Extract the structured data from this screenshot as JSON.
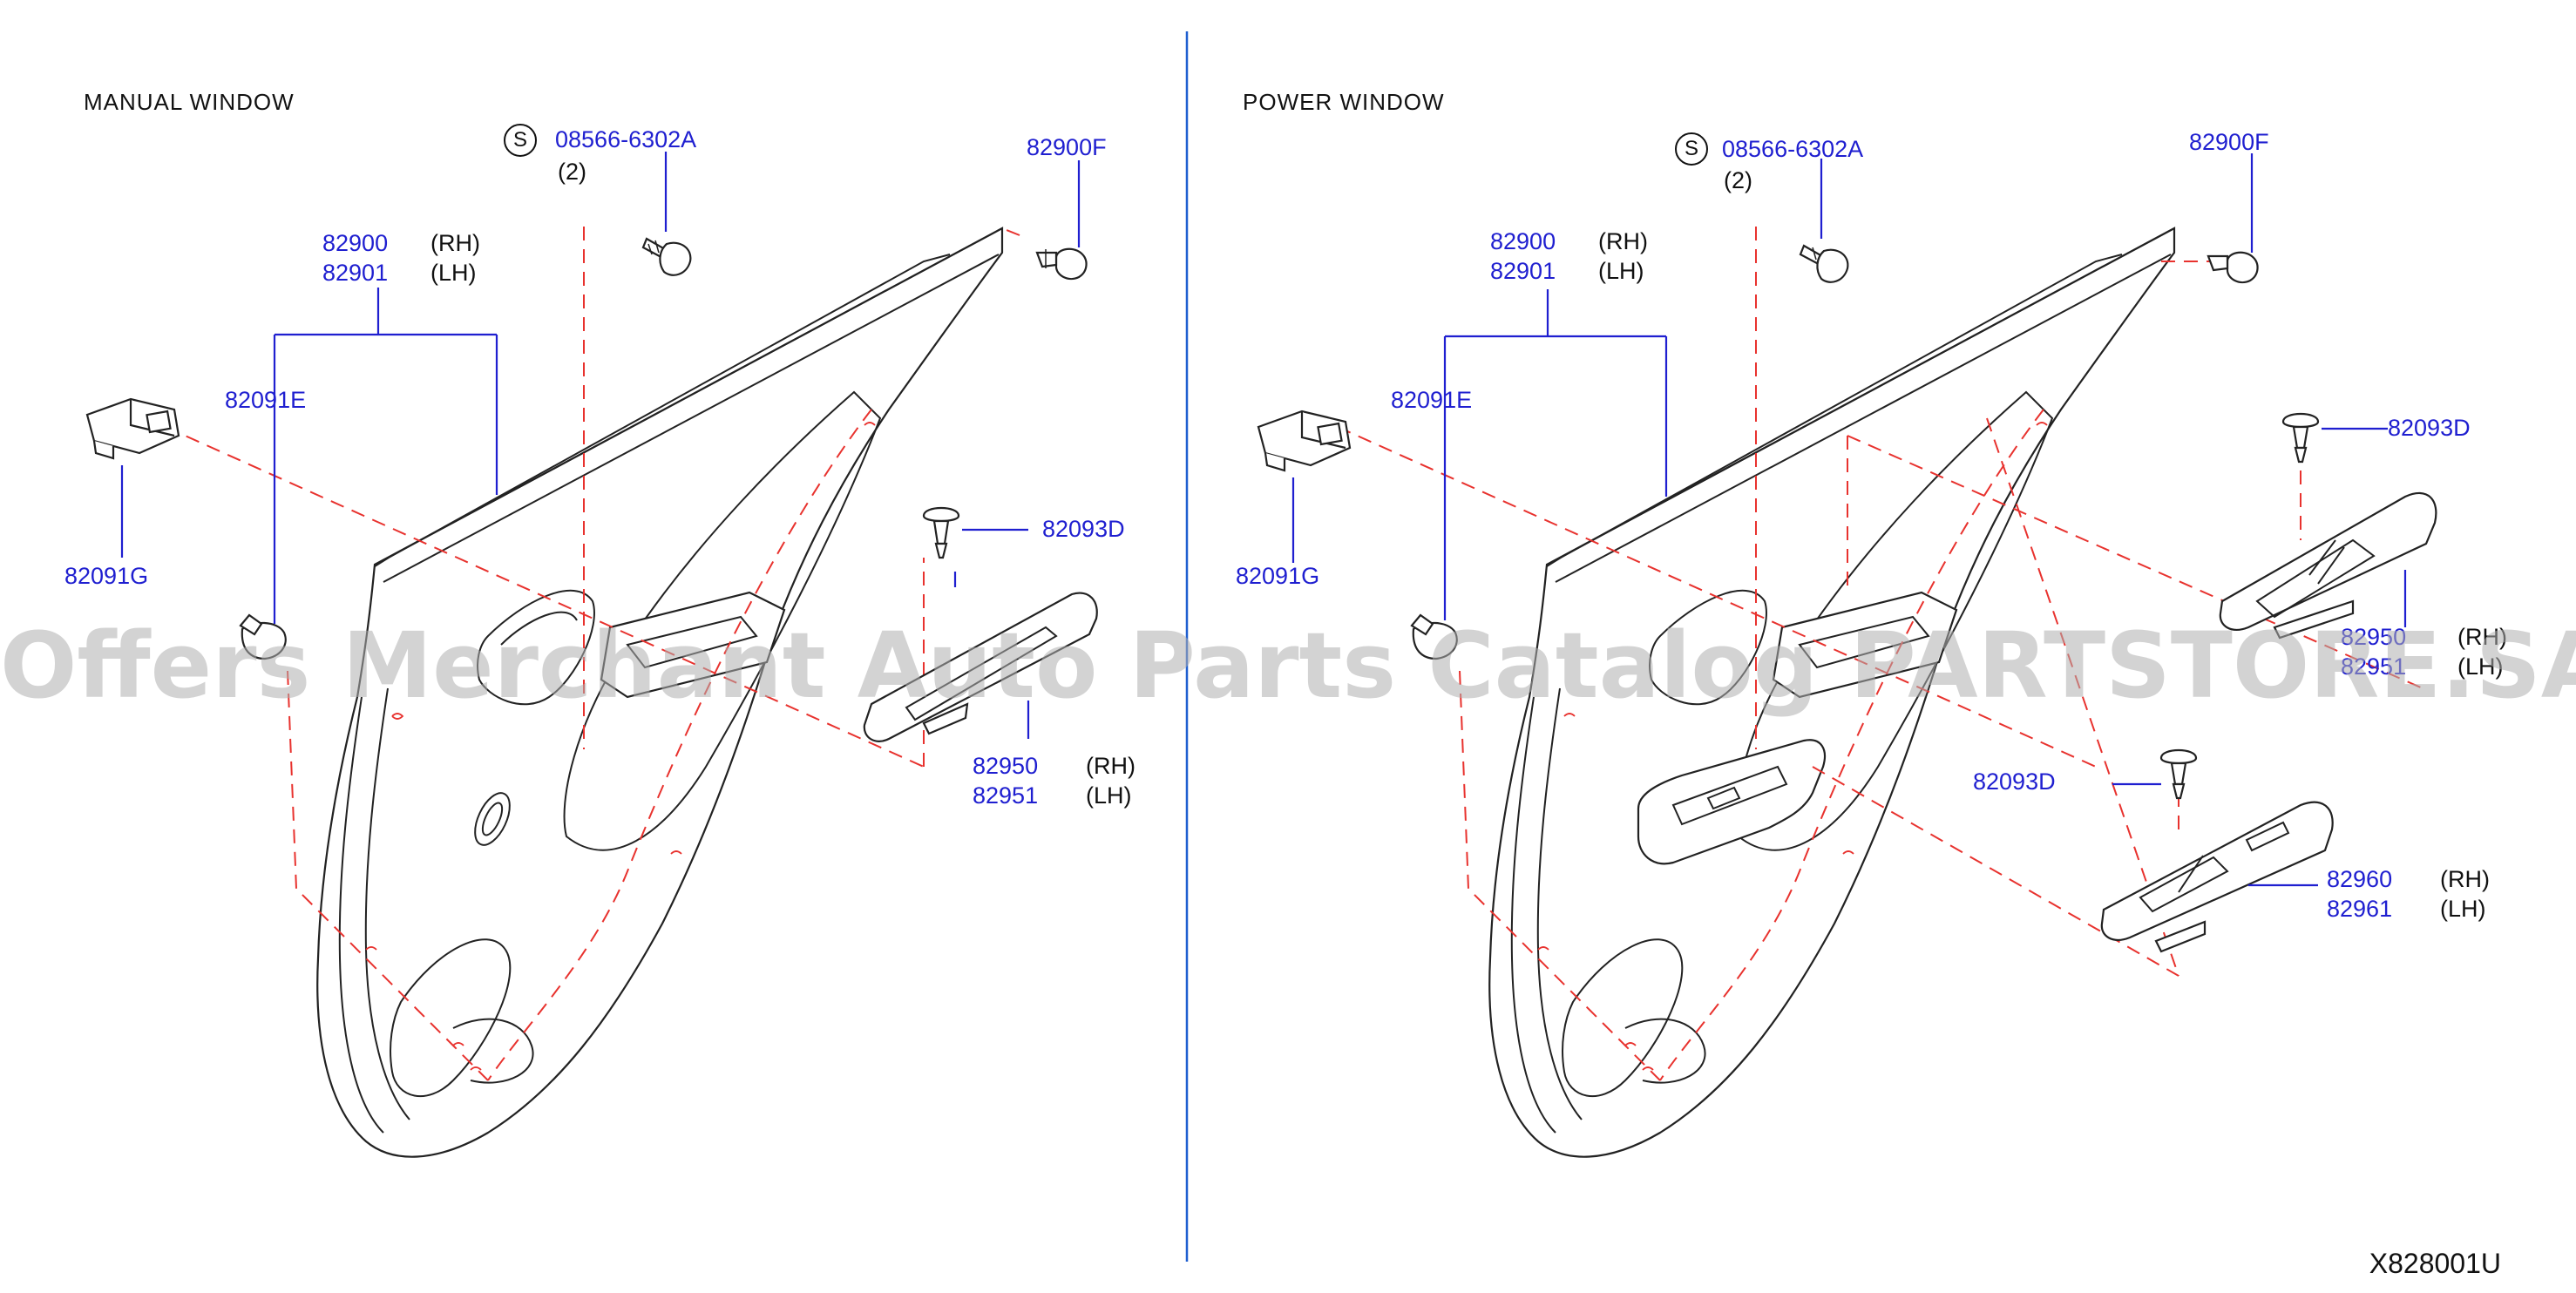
{
  "footer_code": "X828001U",
  "watermark": "Offers Merchant Auto Parts Catalog PARTSTORE.SA",
  "colors": {
    "label": "#1f1fd0",
    "dashed": "#e8322e",
    "divider": "#1f5fd0",
    "outline": "#222222"
  },
  "panels": {
    "manual": {
      "title": "MANUAL   WINDOW",
      "screw": {
        "symbol": "S",
        "part": "08566-6302A",
        "qty": "(2)"
      },
      "clip_top": "82900F",
      "trim_rh": "82900",
      "trim_lh": "82901",
      "rh": "(RH)",
      "lh": "(LH)",
      "clip_e": "82091E",
      "clip_g": "82091G",
      "screw_d": "82093D",
      "pull_rh": "82950",
      "pull_lh": "82951"
    },
    "power": {
      "title": "POWER   WINDOW",
      "screw": {
        "symbol": "S",
        "part": "08566-6302A",
        "qty": "(2)"
      },
      "clip_top": "82900F",
      "trim_rh": "82900",
      "trim_lh": "82901",
      "rh": "(RH)",
      "lh": "(LH)",
      "clip_e": "82091E",
      "clip_g": "82091G",
      "screw_d1": "82093D",
      "finisher_rh": "82950",
      "finisher_lh": "82951",
      "screw_d2": "82093D",
      "switch_rh": "82960",
      "switch_lh": "82961"
    }
  }
}
